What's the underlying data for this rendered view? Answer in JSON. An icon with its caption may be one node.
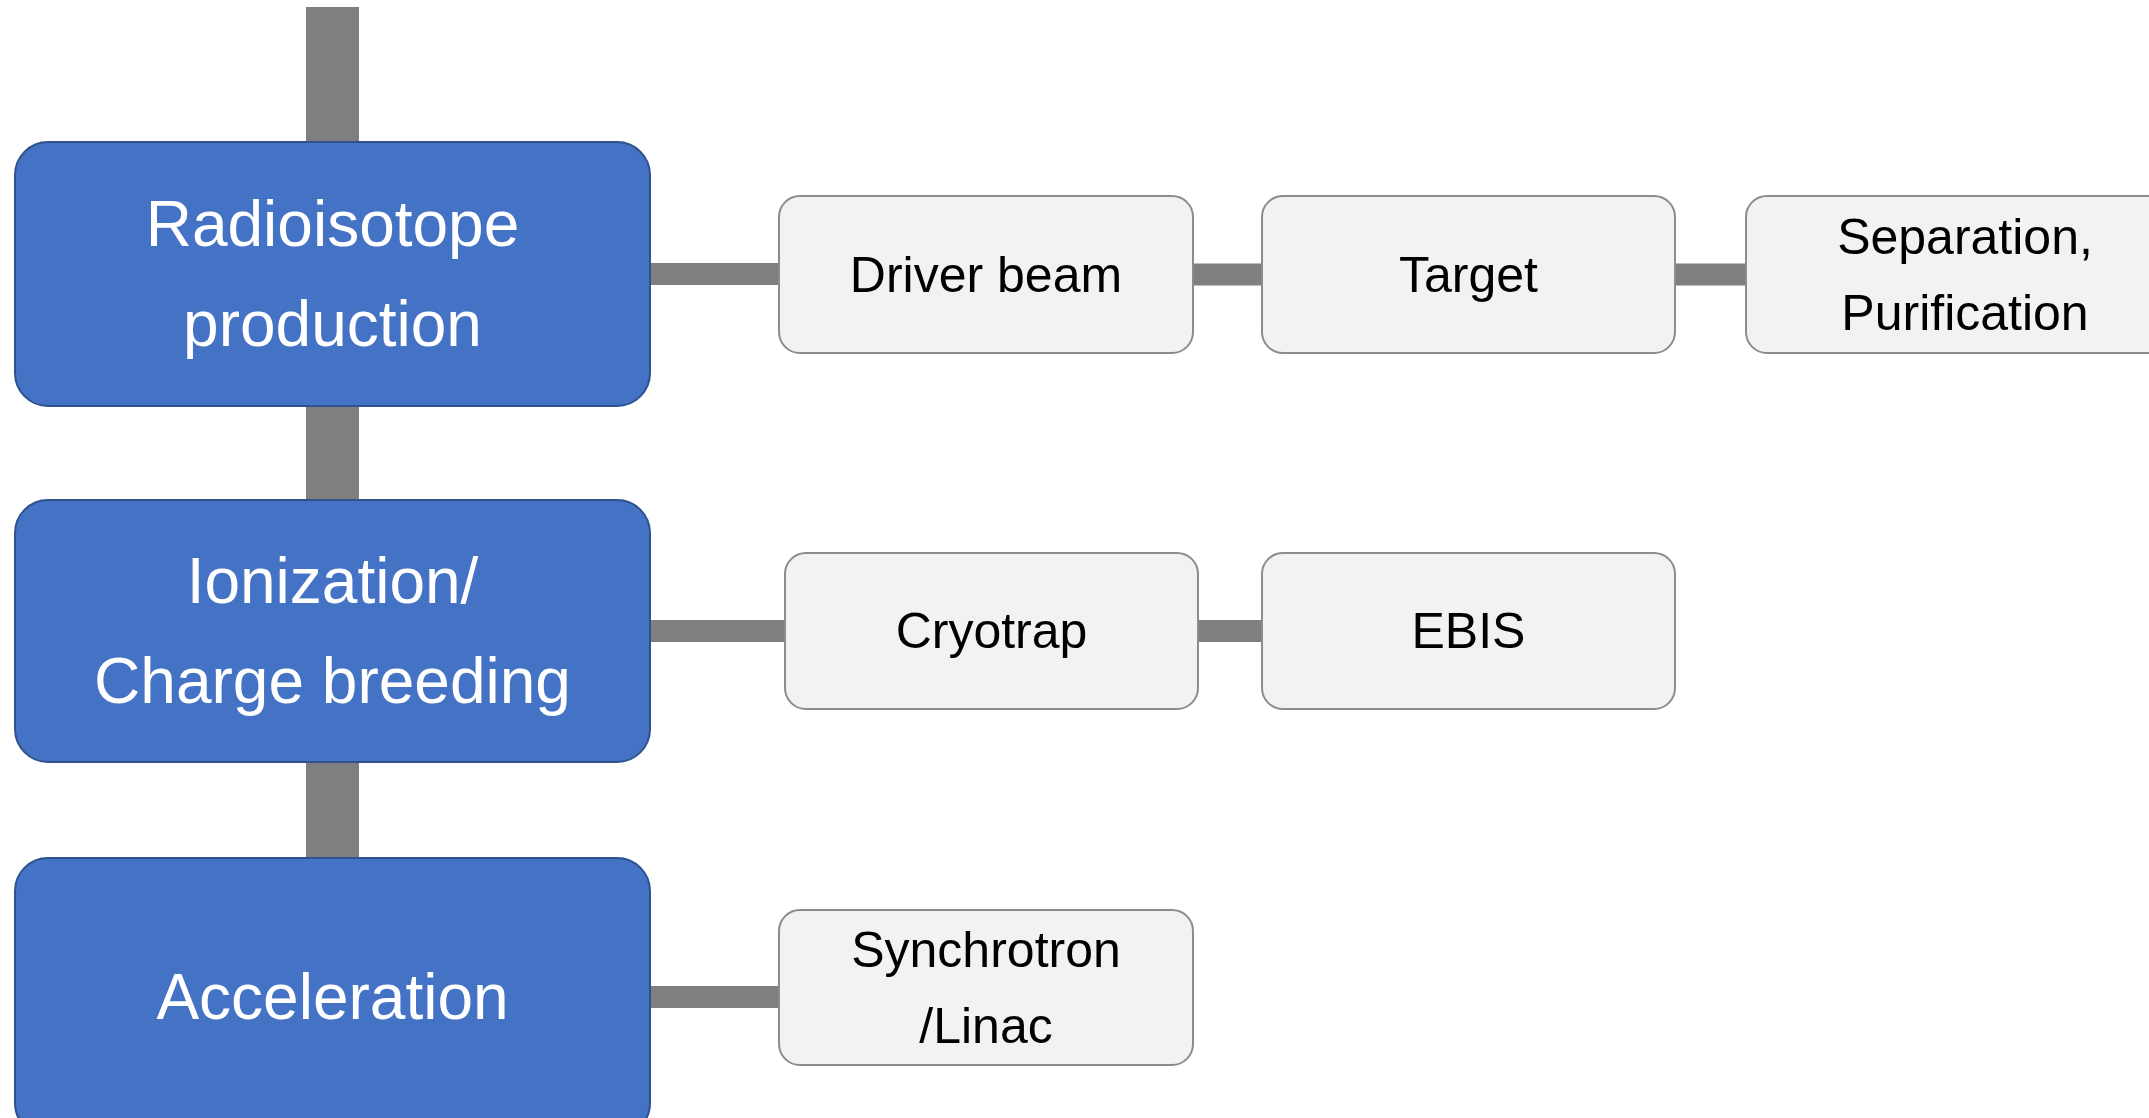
{
  "diagram": {
    "nodes": [
      {
        "text": [
          "Radioisotope production"
        ]
      },
      {
        "text": [
          "Ionization/ Charge breeding"
        ]
      },
      {
        "text": [
          "Acceleration"
        ]
      },
      {
        "text": [
          "Driver beam"
        ]
      },
      {
        "text": [
          "Target"
        ]
      },
      {
        "text": [
          "Separation, Purification"
        ]
      },
      {
        "text": [
          "Cryotrap"
        ]
      },
      {
        "text": [
          "EBIS"
        ]
      },
      {
        "text": [
          "Synchrotron /Linac"
        ]
      }
    ],
    "edges": [
      {
        "from": null,
        "to": 0,
        "arrow": "none",
        "style": "thick"
      },
      {
        "from": 0,
        "to": 1,
        "arrow": "none",
        "style": "thick"
      },
      {
        "from": 1,
        "to": 2,
        "arrow": "none",
        "style": "thick"
      },
      {
        "from": 0,
        "to": 3,
        "arrow": "none"
      },
      {
        "from": 3,
        "to": 4,
        "arrow": "none"
      },
      {
        "from": 4,
        "to": 5,
        "arrow": "none"
      },
      {
        "from": 1,
        "to": 6,
        "arrow": "none"
      },
      {
        "from": 6,
        "to": 7,
        "arrow": "none"
      },
      {
        "from": 2,
        "to": 8,
        "arrow": "none"
      }
    ]
  }
}
